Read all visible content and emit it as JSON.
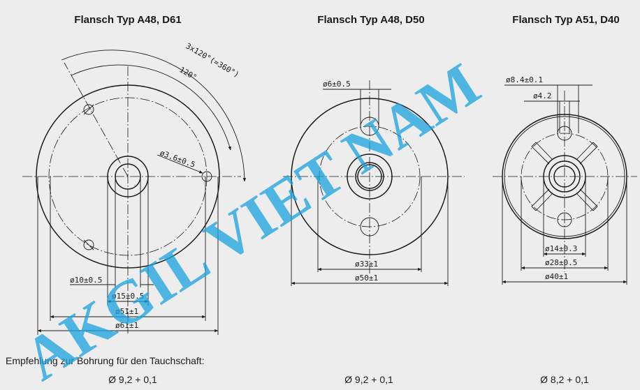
{
  "watermark": "AKGIL VIET NAM",
  "recommendation_label": "Empfehlung zur Bohrung für den Tauchschaft:",
  "flanges": [
    {
      "title": "Flansch Typ A48, D61",
      "bore": "Ø 9,2 + 0,1",
      "dims": {
        "angle_total": "3x120°(=360°)",
        "angle": "120°",
        "hole": "ø3.6±0.5",
        "d10": "ø10±0.5",
        "d15": "ø15±0.5",
        "d51": "ø51±1",
        "d61": "ø61±1"
      }
    },
    {
      "title": "Flansch Typ A48, D50",
      "bore": "Ø 9,2 + 0,1",
      "dims": {
        "hole": "ø6±0.5",
        "d33": "ø33±1",
        "d50": "ø50±1"
      }
    },
    {
      "title": "Flansch Typ A51, D40",
      "bore": "Ø 8,2 + 0,1",
      "dims": {
        "d84": "ø8.4±0.1",
        "d42": "ø4.2",
        "d14": "ø14±0.3",
        "d28": "ø28±0.5",
        "d40": "ø40±1"
      }
    }
  ]
}
